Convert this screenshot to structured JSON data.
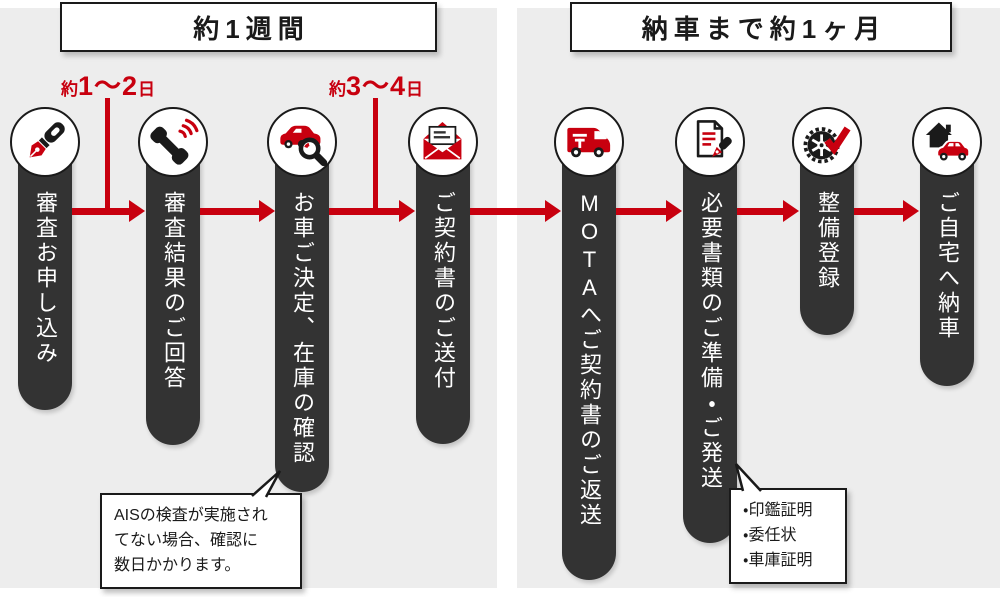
{
  "colors": {
    "accent_red": "#c8000f",
    "capsule_dark": "#333333",
    "panel_gray": "#ededed",
    "border_black": "#1a1a1a"
  },
  "headers": {
    "left": "約1週間",
    "right": "納車まで約1ヶ月"
  },
  "durations": [
    {
      "prefix": "約",
      "range": "1〜2",
      "suffix": "日"
    },
    {
      "prefix": "約",
      "range": "3〜4",
      "suffix": "日"
    }
  ],
  "steps": [
    {
      "label": "審査お申し込み",
      "icon": "fountain-pen-icon"
    },
    {
      "label": "審査結果のご回答",
      "icon": "phone-call-icon"
    },
    {
      "label": "お車ご決定、在庫の確認",
      "icon": "car-search-icon"
    },
    {
      "label": "ご契約書のご送付",
      "icon": "open-mail-icon"
    },
    {
      "label": "MOTAへご契約書のご返送",
      "icon": "delivery-truck-icon"
    },
    {
      "label": "必要書類のご準備・ご発送",
      "icon": "document-pen-icon"
    },
    {
      "label": "整備登録",
      "icon": "tire-check-icon"
    },
    {
      "label": "ご自宅へ納車",
      "icon": "home-delivery-icon"
    }
  ],
  "notes": [
    {
      "lines": [
        "AISの検査が実施され",
        "てない場合、確認に",
        "数日かかります。"
      ]
    },
    {
      "lines": [
        "・印鑑証明",
        "・委任状",
        "・車庫証明"
      ]
    }
  ]
}
